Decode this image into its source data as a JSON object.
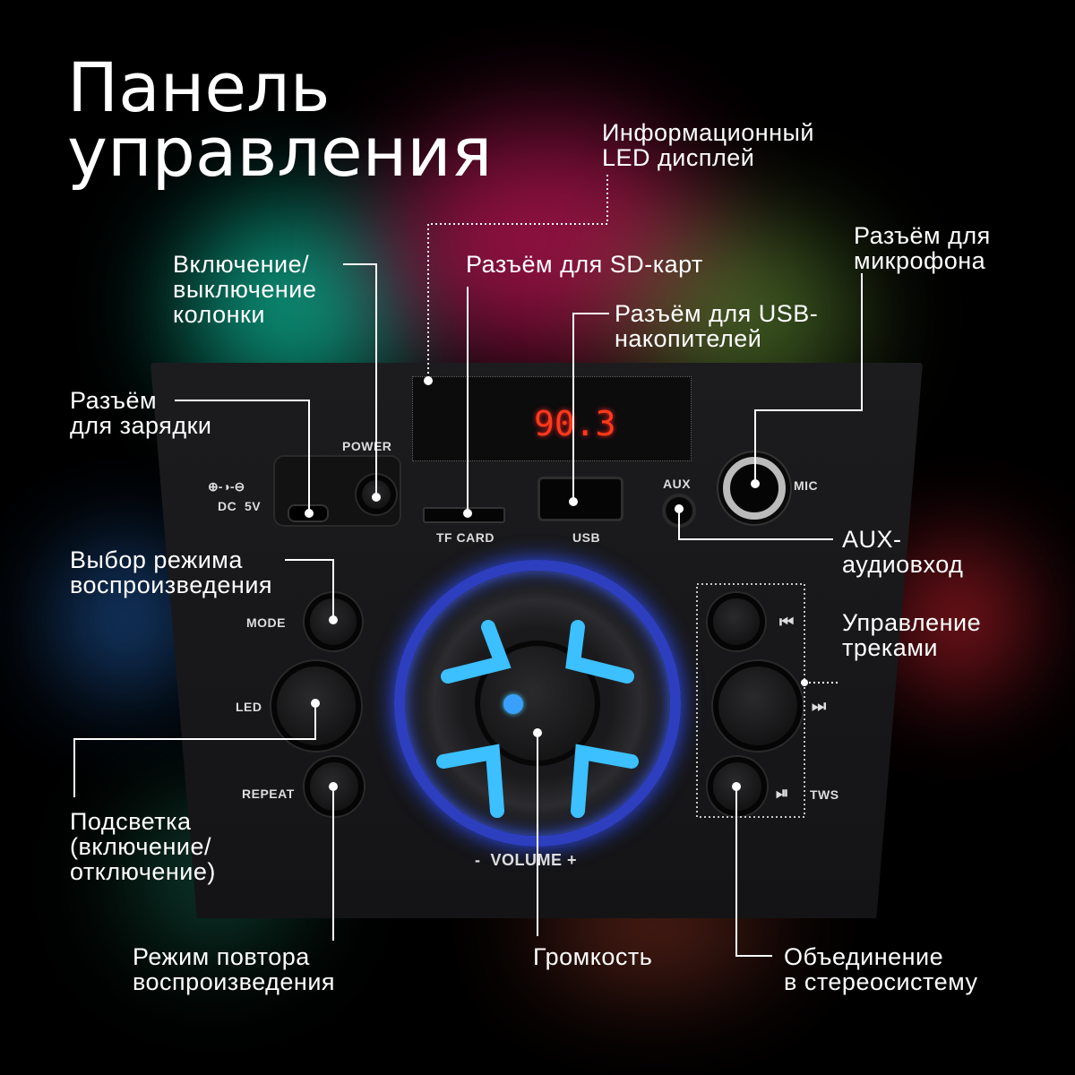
{
  "title": {
    "line1": "Панель",
    "line2": "управления"
  },
  "callouts": {
    "led_display": {
      "line1": "Информационный",
      "line2": "LED дисплей"
    },
    "power": {
      "line1": "Включение/",
      "line2": "выключение",
      "line3": "колонки"
    },
    "sd": "Разъём для SD-карт",
    "usb": {
      "line1": "Разъём для USB-",
      "line2": "накопителей"
    },
    "mic": {
      "line1": "Разъём для",
      "line2": "микрофона"
    },
    "charge": {
      "line1": "Разъём",
      "line2": "для зарядки"
    },
    "aux": {
      "line1": "AUX-",
      "line2": "аудиовход"
    },
    "mode": {
      "line1": "Выбор режима",
      "line2": "воспроизведения"
    },
    "tracks": {
      "line1": "Управление",
      "line2": "треками"
    },
    "led": {
      "line1": "Подсветка",
      "line2": "(включение/",
      "line3": "отключение)"
    },
    "repeat": {
      "line1": "Режим повтора",
      "line2": "воспроизведения"
    },
    "volume": "Громкость",
    "tws": {
      "line1": "Объединение",
      "line2": "в стереосистему"
    }
  },
  "panel": {
    "display": "90.3",
    "power": "POWER",
    "dc": "DC  5V",
    "tf": "TF CARD",
    "usb": "USB",
    "aux": "AUX",
    "mic": "MIC",
    "mode": "MODE",
    "led": "LED",
    "repeat": "REPEAT",
    "volume": "-  VOLUME +",
    "prev": "⏮",
    "next": "⏭",
    "play": "⏯",
    "tws": "TWS"
  }
}
